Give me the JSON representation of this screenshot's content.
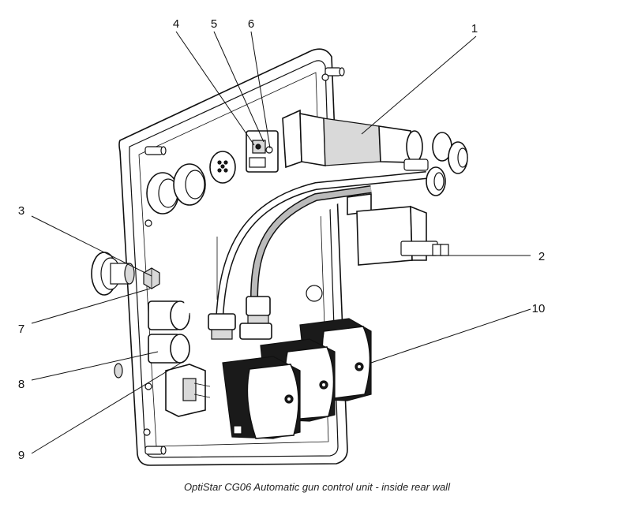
{
  "caption": "OptiStar CG06 Automatic gun control unit - inside rear wall",
  "callouts": [
    {
      "id": "1",
      "label": "1"
    },
    {
      "id": "2",
      "label": "2"
    },
    {
      "id": "3",
      "label": "3"
    },
    {
      "id": "4",
      "label": "4"
    },
    {
      "id": "5",
      "label": "5"
    },
    {
      "id": "6",
      "label": "6"
    },
    {
      "id": "7",
      "label": "7"
    },
    {
      "id": "8",
      "label": "8"
    },
    {
      "id": "9",
      "label": "9"
    },
    {
      "id": "10",
      "label": "10"
    }
  ]
}
